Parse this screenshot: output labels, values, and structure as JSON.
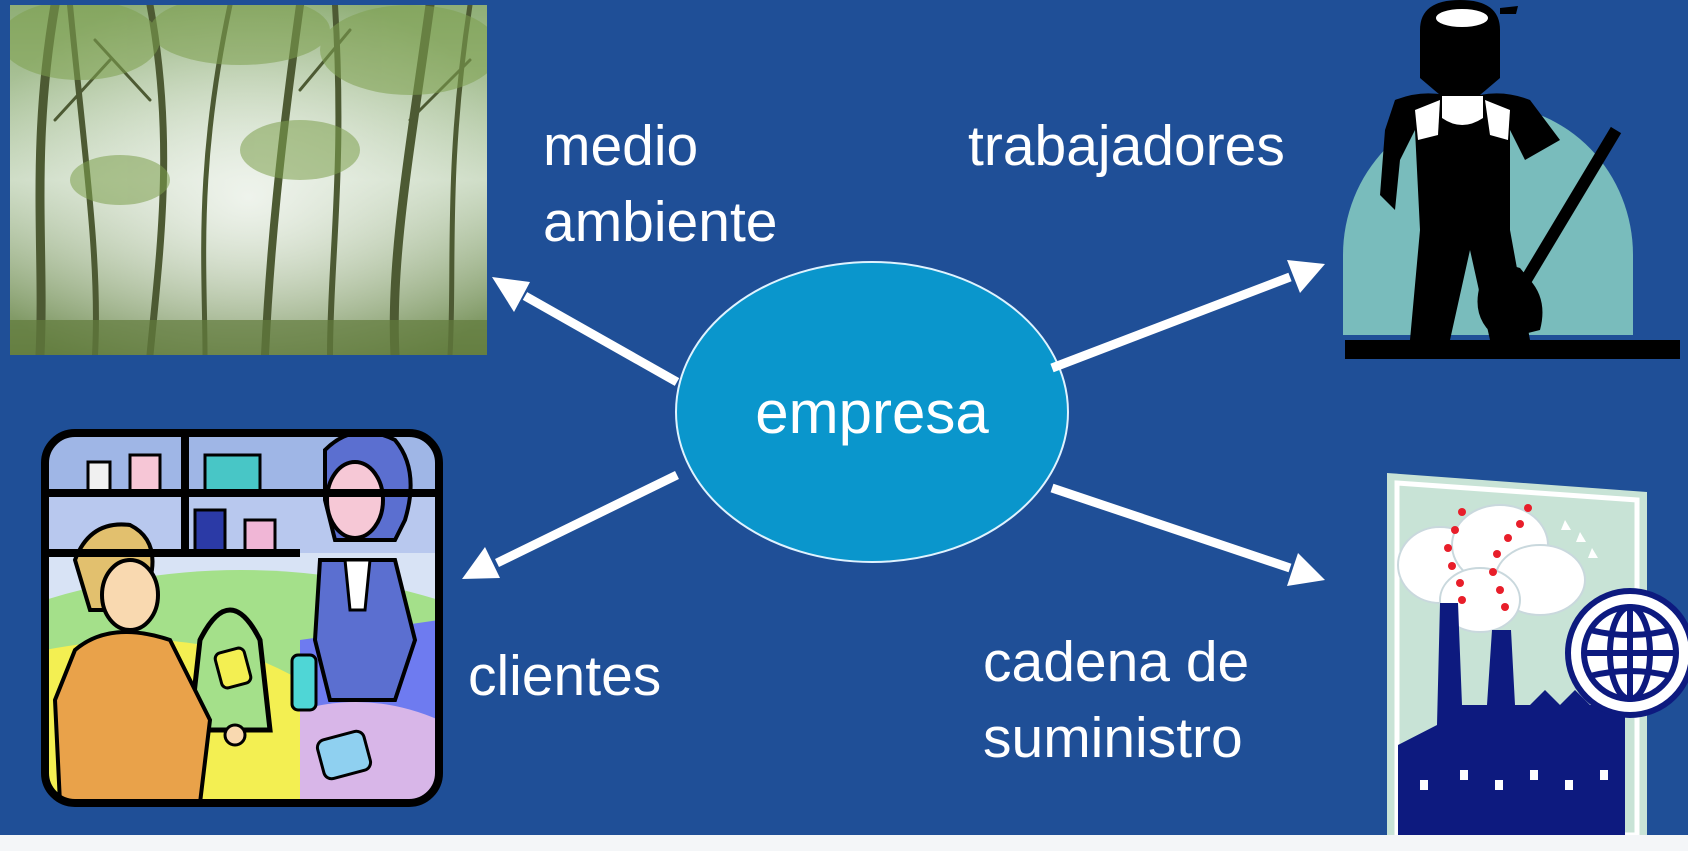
{
  "diagram": {
    "center": {
      "label": "empresa",
      "color": "#0a96cc"
    },
    "stakeholders": [
      {
        "id": "medio",
        "lines": [
          "medio",
          "ambiente"
        ],
        "picture": "forest-photo"
      },
      {
        "id": "trabajadores",
        "lines": [
          "trabajadores"
        ],
        "picture": "worker-with-shovel-icon"
      },
      {
        "id": "clientes",
        "lines": [
          "clientes"
        ],
        "picture": "pharmacy-customer-icon"
      },
      {
        "id": "cadena",
        "lines": [
          "cadena de",
          "suministro"
        ],
        "picture": "factory-globe-icon"
      }
    ]
  },
  "colors": {
    "background": "#1f4f97",
    "text": "#ffffff",
    "arrow": "#ffffff"
  }
}
